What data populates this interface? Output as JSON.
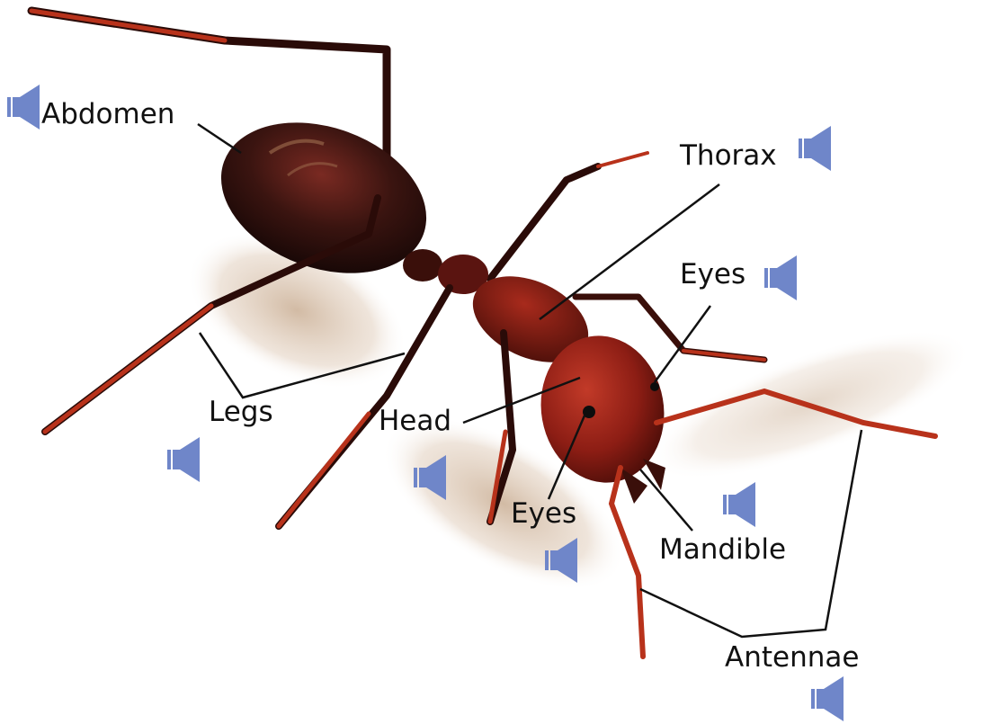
{
  "diagram": {
    "labels": {
      "abdomen": "Abdomen",
      "thorax": "Thorax",
      "eyes_top": "Eyes",
      "legs": "Legs",
      "head": "Head",
      "eyes_bottom": "Eyes",
      "mandible": "Mandible",
      "antennae": "Antennae"
    },
    "audio_buttons": {
      "icon": "speaker-icon",
      "color": "#6f86c9",
      "count": 8
    },
    "colors": {
      "body_dark": "#2a0b08",
      "body_red": "#8c1d14",
      "leg_red": "#b8321b",
      "shadow": "#d9c3ad",
      "leader_line": "#111111"
    }
  }
}
